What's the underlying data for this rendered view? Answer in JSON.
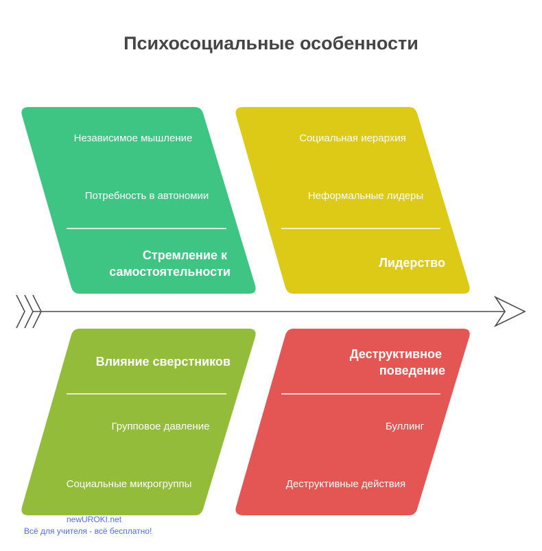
{
  "title": "Психосоциальные особенности",
  "colors": {
    "green": "#3ec584",
    "yellow": "#dcca17",
    "olive": "#92bc3a",
    "red": "#e45653",
    "axis": "#4a4a4a"
  },
  "branches": [
    {
      "id": "autonomy",
      "heading_line1": "Стремление к",
      "heading_line2": "самостоятельности",
      "items": [
        "Независимое мышление",
        "Потребность в автономии"
      ]
    },
    {
      "id": "leadership",
      "heading_line1": "Лидерство",
      "heading_line2": "",
      "items": [
        "Социальная иерархия",
        "Неформальные лидеры"
      ]
    },
    {
      "id": "peers",
      "heading_line1": "Влияние сверстников",
      "heading_line2": "",
      "items": [
        "Групповое давление",
        "Социальные микрогруппы"
      ]
    },
    {
      "id": "destructive",
      "heading_line1": "Деструктивное",
      "heading_line2": "поведение",
      "items": [
        "Буллинг",
        "Деструктивные действия"
      ]
    }
  ],
  "watermark": {
    "site": "newUROKI.net",
    "slogan": "Всё для учителя - всё бесплатно!"
  }
}
